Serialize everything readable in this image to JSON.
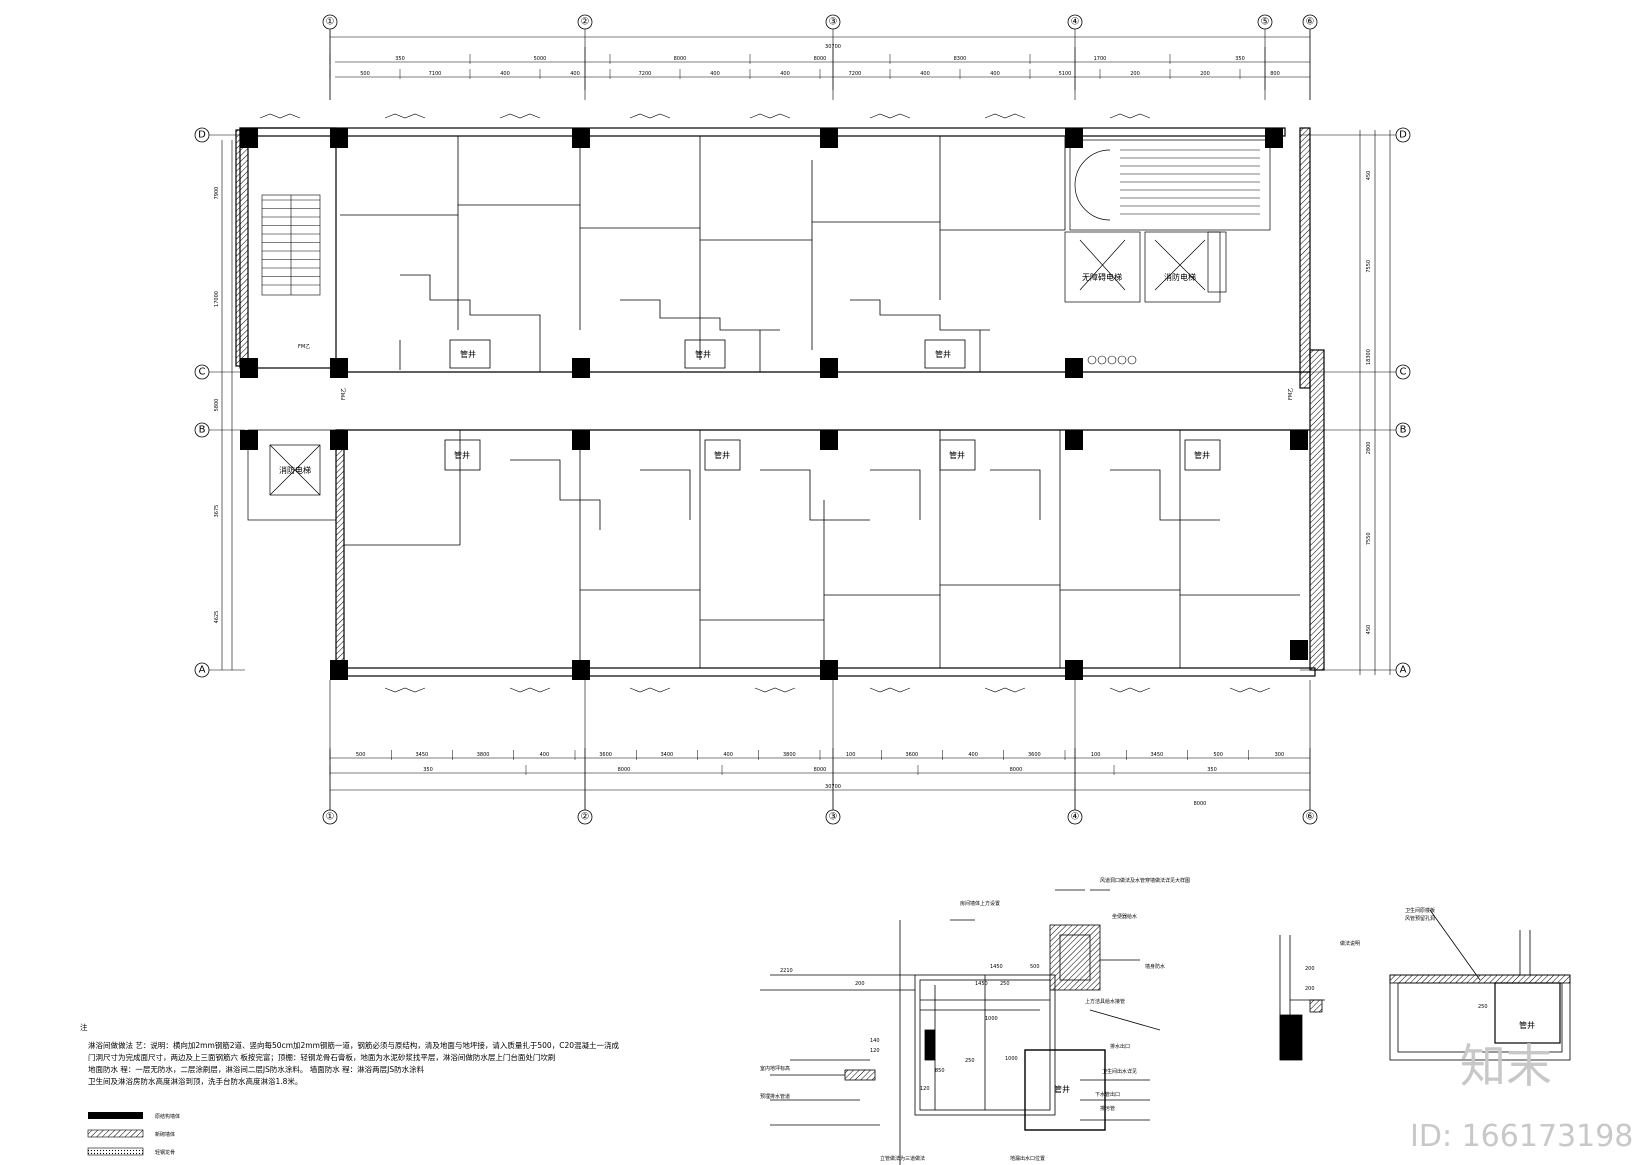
{
  "axes": {
    "columns": [
      "①",
      "②",
      "③",
      "④",
      "⑤",
      "⑥"
    ],
    "rows": [
      "D",
      "C",
      "B",
      "A"
    ]
  },
  "top_dims": {
    "total": "30700",
    "row1": [
      "350",
      "5000",
      "8000",
      "8000",
      "8300",
      "1700",
      "350"
    ],
    "row2": [
      "500",
      "7100",
      "400",
      "400",
      "7200",
      "400",
      "400",
      "7200",
      "400",
      "400",
      "5100",
      "200",
      "200",
      "800"
    ]
  },
  "bottom_dims": {
    "row1": [
      "500",
      "3450",
      "3800",
      "400",
      "3600",
      "3400",
      "400",
      "3800",
      "100",
      "3600",
      "400",
      "3600",
      "100",
      "3450",
      "500",
      "300"
    ],
    "row2": [
      "350",
      "8000",
      "8000",
      "8000",
      "350"
    ],
    "total": "30700",
    "extra": "8000"
  },
  "left_dims": [
    "7900",
    "17000",
    "5800",
    "3675",
    "4625"
  ],
  "right_dims": [
    "450",
    "7550",
    "18300",
    "2800",
    "7550",
    "450"
  ],
  "rooms": {
    "pipe_shaft": "管井",
    "barrier_free_elevator": "无障碍电梯",
    "fire_elevator": "消防电梯",
    "fire_elevator_b": "消防电梯",
    "fm_label": "FM乙",
    "fm_label_b": "FM乙",
    "fm_label_c": "FM乙"
  },
  "notes": {
    "prefix": "注",
    "line1": "淋浴间做做法   艺：说明：横向加2mm钢筋2道、竖向每50cm加2mm钢筋一道，钢筋必须与原结构，清及地面与地坪接，请入质量扎于500，C20混凝土一浇成",
    "line2": "门洞尺寸为完成面尺寸，两边及上三面钢筋六    板按完富；顶棚：轻钢龙骨石膏板，地面为水泥砂浆找平层，淋浴间做防水层上门台面处门坎刷",
    "line3": "地面防水    程：一层无防水，二层涂刷层，淋浴间二层JS防水涂料。  墙面防水    程：淋浴两层JS防水涂料",
    "line4": "卫生间及淋浴房防水高度淋浴到顶，洗手台防水高度淋浴1.8米。"
  },
  "legend": [
    {
      "swatch": "solid",
      "label": "原结构墙体"
    },
    {
      "swatch": "hatch",
      "label": "新砌墙体"
    },
    {
      "swatch": "dots",
      "label": "轻钢龙骨"
    }
  ],
  "detail1": {
    "shaft": "管井",
    "labels": [
      "房间墙体上方设置",
      "坐便器给水",
      "墙身防水",
      "上方洁具给水接管",
      "排水出口",
      "卫生间出水详见",
      "下水管出口",
      "排污管",
      "室内地坪标高",
      "预埋排水管道",
      "地漏出水口位置"
    ],
    "dims": [
      "2210",
      "1450",
      "500",
      "1000",
      "1000",
      "200",
      "850",
      "140",
      "120",
      "250",
      "120",
      "1450",
      "250"
    ],
    "top_note": "风道洞口做法及水管穿墙做法详见大样图",
    "bottom_note": "立管做法为三道做法"
  },
  "detail2": {
    "dims": [
      "200",
      "200"
    ],
    "note": "做法说明"
  },
  "detail3": {
    "shaft": "管井",
    "dim": "250",
    "note_top": "卫生间原楼板",
    "note_top2": "风管预留孔洞"
  },
  "watermark": {
    "logo": "知末",
    "id": "ID: 166173198"
  }
}
